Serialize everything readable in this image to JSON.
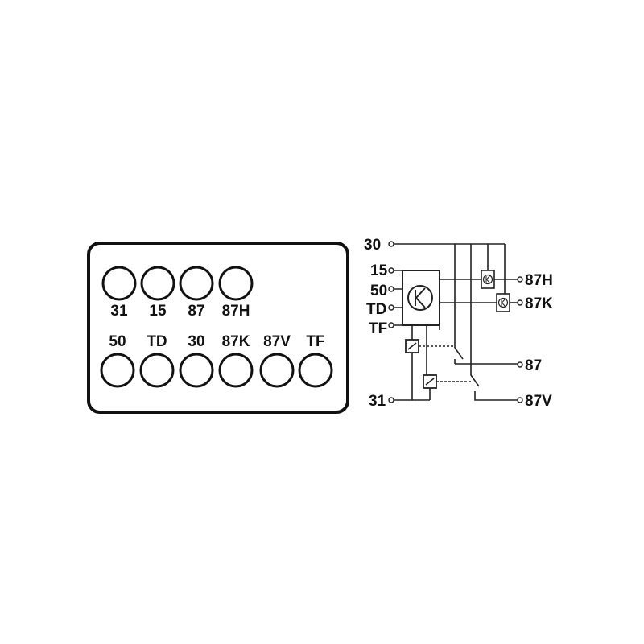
{
  "colors": {
    "ink": "#111111",
    "background": "#ffffff"
  },
  "connector": {
    "top_row": [
      "31",
      "15",
      "87",
      "87H"
    ],
    "bottom_row": [
      "50",
      "TD",
      "30",
      "87K",
      "87V",
      "TF"
    ]
  },
  "schematic": {
    "terminals": {
      "t30": "30",
      "t15": "15",
      "t50": "50",
      "tTD": "TD",
      "tTF": "TF",
      "t31": "31",
      "t87H": "87H",
      "t87K": "87K",
      "t87": "87",
      "t87V": "87V"
    },
    "control_unit_symbol": "K",
    "relay_symbol": "K",
    "icons": [
      "connector-pin-icon",
      "control-unit-icon",
      "relay-coil-icon",
      "switch-contact-icon"
    ]
  }
}
